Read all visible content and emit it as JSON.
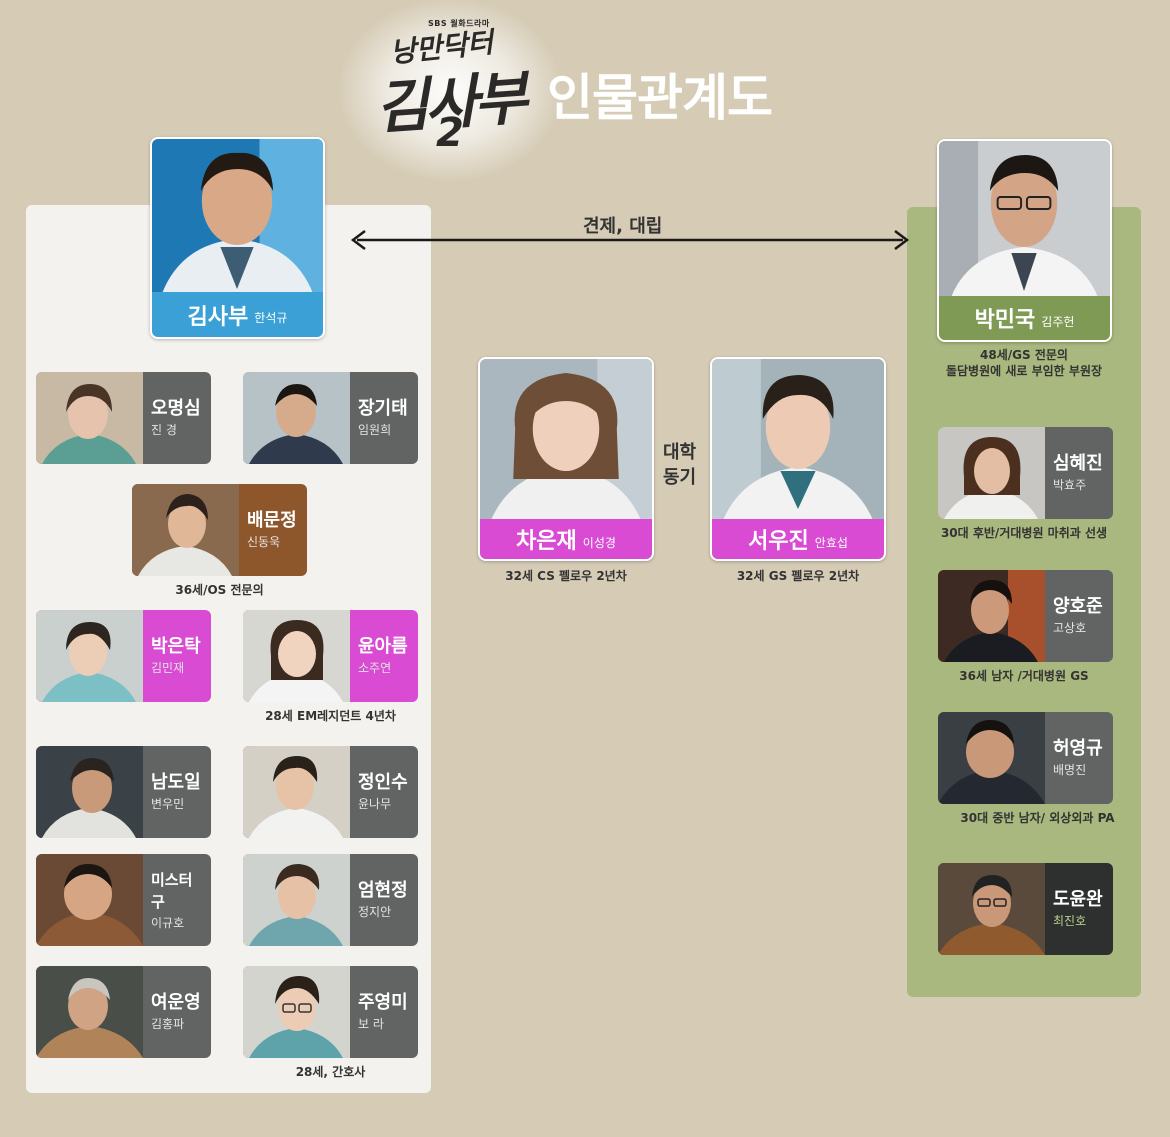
{
  "header": {
    "network": "SBS 월화드라마",
    "logo_top": "낭만닥터",
    "logo_main": "김사부",
    "logo_season": "2",
    "title": "인물관계도"
  },
  "relations": {
    "rivalry": "견제, 대립",
    "classmates_line1": "대학",
    "classmates_line2": "동기"
  },
  "leads": {
    "kim_sabu": {
      "name": "김사부",
      "actor": "한석규",
      "color": "#3aa0d6"
    },
    "park_minguk": {
      "name": "박민국",
      "actor": "김주헌",
      "color": "#7f9a55",
      "caption_line1": "48세/GS 전문의",
      "caption_line2": "돌담병원에 새로 부임한 부원장"
    },
    "cha_eunjae": {
      "name": "차은재",
      "actor": "이성경",
      "color": "#d94bd3",
      "caption": "32세 CS 펠로우 2년차"
    },
    "seo_woojin": {
      "name": "서우진",
      "actor": "안효섭",
      "color": "#d94bd3",
      "caption": "32세 GS 펠로우 2년차"
    }
  },
  "left_cast": [
    {
      "name": "오명심",
      "actor": "진 경"
    },
    {
      "name": "장기태",
      "actor": "임원희"
    },
    {
      "name": "배문정",
      "actor": "신동욱",
      "caption": "36세/OS 전문의"
    },
    {
      "name": "박은탁",
      "actor": "김민재"
    },
    {
      "name": "윤아름",
      "actor": "소주연",
      "caption": "28세 EM레지던트 4년차"
    },
    {
      "name": "남도일",
      "actor": "변우민"
    },
    {
      "name": "정인수",
      "actor": "윤나무"
    },
    {
      "name": "미스터 구",
      "actor": "이규호"
    },
    {
      "name": "엄현정",
      "actor": "정지안"
    },
    {
      "name": "여운영",
      "actor": "김홍파"
    },
    {
      "name": "주영미",
      "actor": "보 라",
      "caption": "28세, 간호사"
    }
  ],
  "right_cast": [
    {
      "name": "심혜진",
      "actor": "박효주",
      "caption": "30대 후반/거대병원 마취과 선생"
    },
    {
      "name": "양호준",
      "actor": "고상호",
      "caption": "36세 남자 /거대병원 GS"
    },
    {
      "name": "허영규",
      "actor": "배명진",
      "caption": "30대 중반 남자/ 외상외과 PA"
    },
    {
      "name": "도윤완",
      "actor": "최진호"
    }
  ],
  "colors": {
    "background": "#d6ccb6",
    "left_panel": "#f4f2ee",
    "right_panel": "#a8b87e",
    "card_grey": "#616463",
    "card_pink": "#d94bd3",
    "card_brown": "#8e562b",
    "card_dark": "#2e3030"
  }
}
